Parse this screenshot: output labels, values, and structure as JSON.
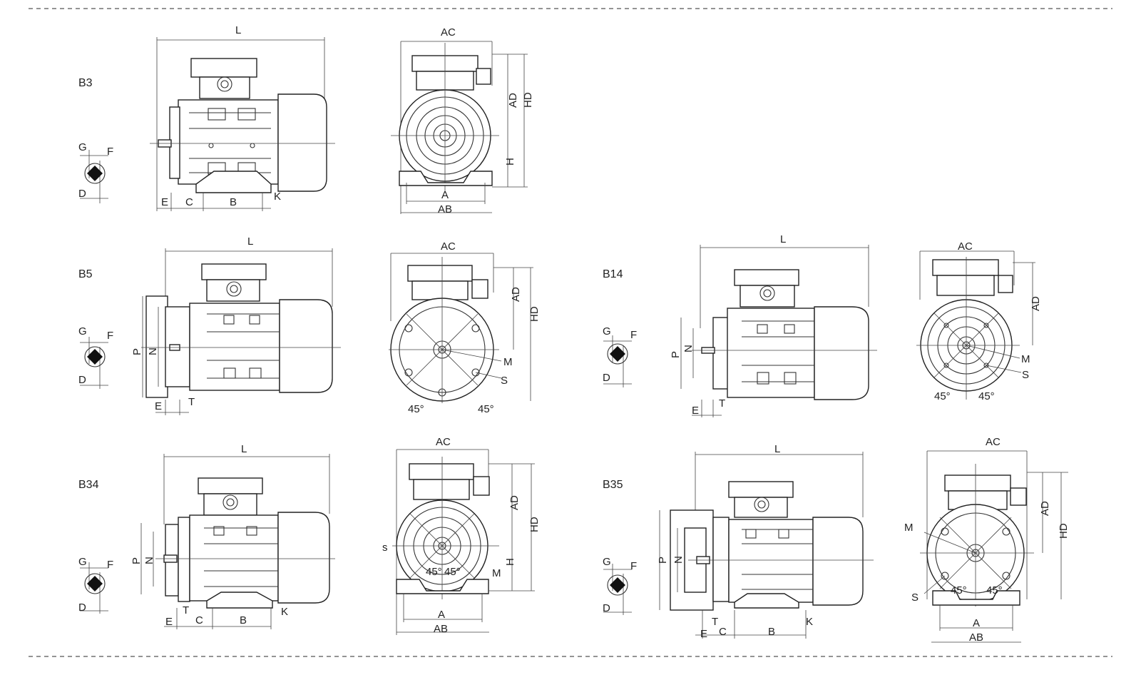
{
  "dims": {
    "L": "L",
    "AC": "AC",
    "AD": "AD",
    "HD": "HD",
    "H": "H",
    "A": "A",
    "AB": "AB",
    "B": "B",
    "C": "C",
    "E": "E",
    "K": "K",
    "G": "G",
    "F": "F",
    "D": "D",
    "P": "P",
    "N": "N",
    "T": "T",
    "M": "M",
    "S": "S",
    "angle": "45°",
    "s_small": "s"
  },
  "mounts": {
    "b3": "B3",
    "b5": "B5",
    "b14": "B14",
    "b34": "B34",
    "b35": "B35"
  }
}
